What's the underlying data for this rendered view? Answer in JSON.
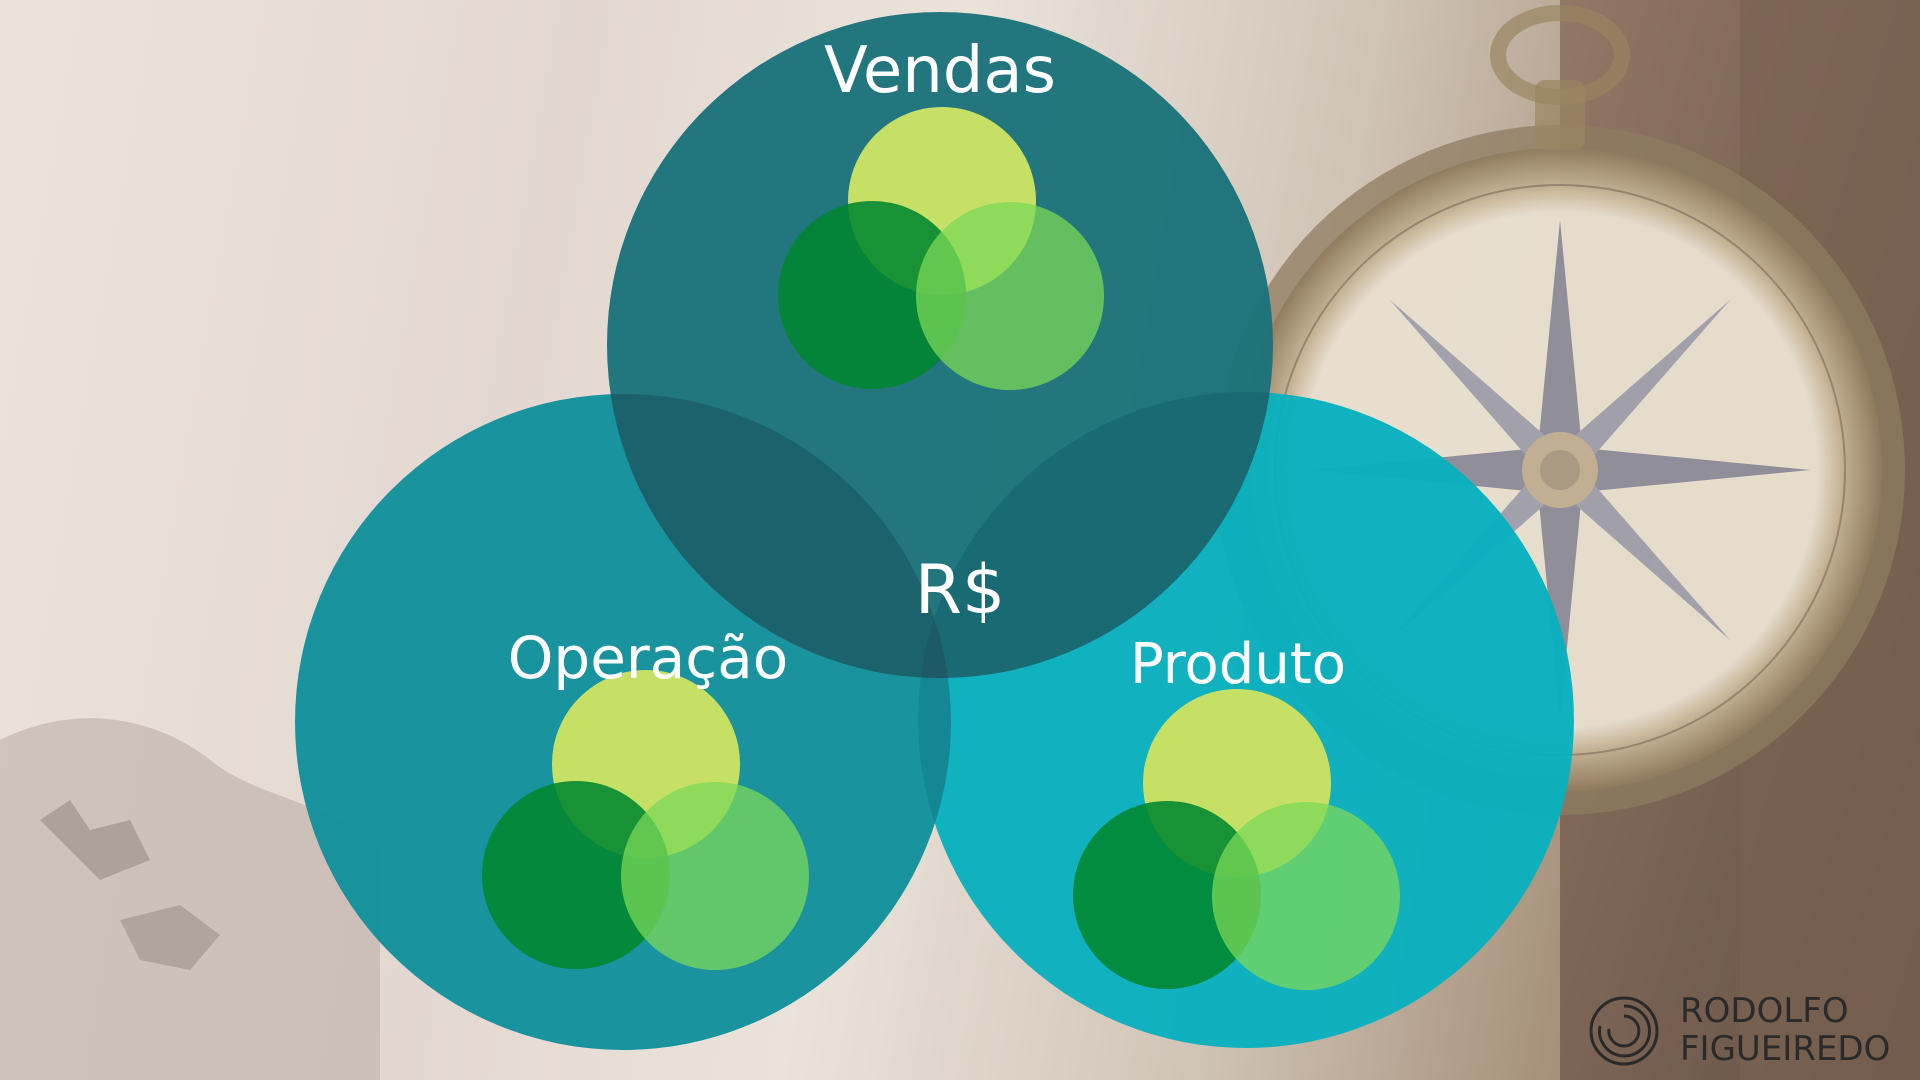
{
  "labels": {
    "top": "Vendas",
    "left": "Operação",
    "right": "Produto",
    "center": "R$"
  },
  "logo": {
    "line1": "RODOLFO",
    "line2": "FIGUEIREDO"
  },
  "colors": {
    "top_circle": "#1a7179",
    "left_circle": "#11909b",
    "right_circle": "#08b0be",
    "center_overlap": "#1e5a66",
    "mini_top": "#c6e066",
    "mini_left": "#00862f",
    "mini_right": "#7bd858"
  }
}
